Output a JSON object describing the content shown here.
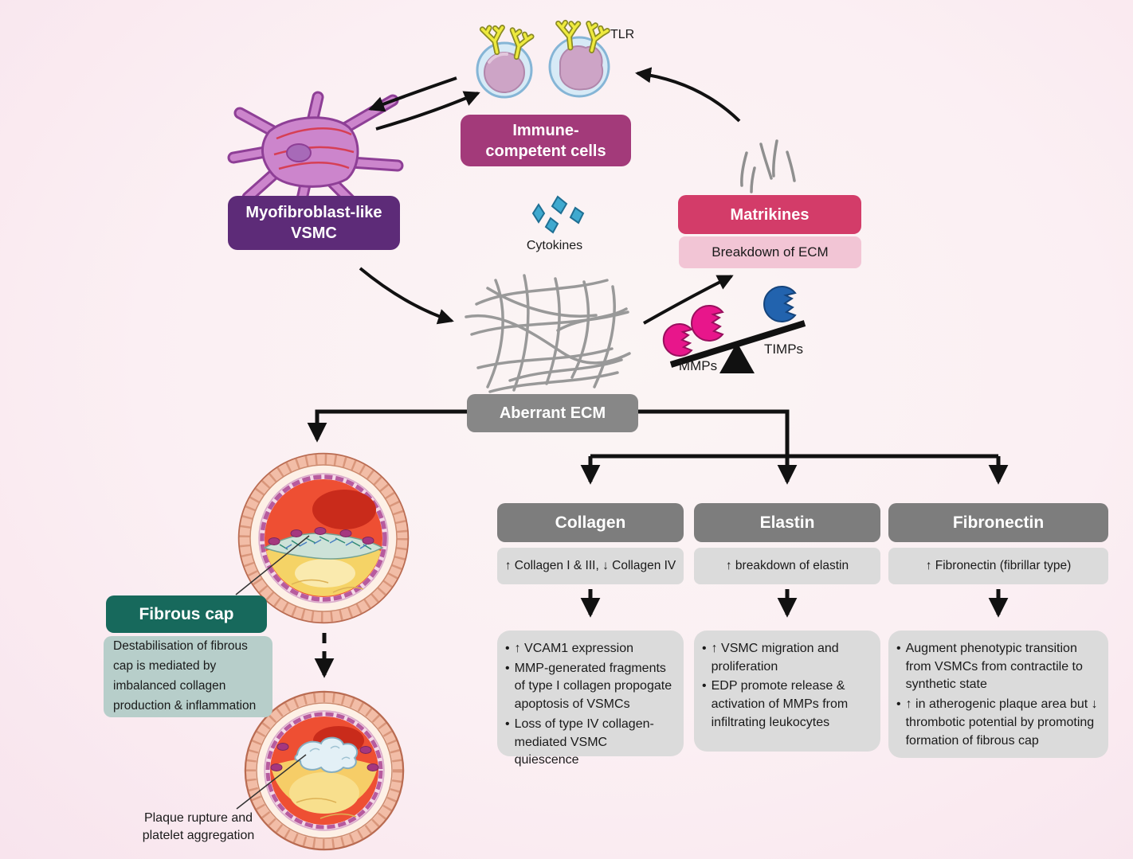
{
  "top": {
    "tlr_label": "TLR",
    "immune_box_line1": "Immune-",
    "immune_box_line2": "competent cells"
  },
  "left": {
    "vsmc_box_line1": "Myofibroblast-like",
    "vsmc_box_line2": "VSMC"
  },
  "center": {
    "cytokines_label": "Cytokines",
    "aberrant_label": "Aberrant ECM"
  },
  "right": {
    "matrikines_label": "Matrikines",
    "breakdown_label": "Breakdown of ECM",
    "mmps_label": "MMPs",
    "timps_label": "TIMPs"
  },
  "columns": [
    {
      "header": "Collagen",
      "subtitle": "↑ Collagen I & III, ↓ Collagen IV",
      "bullets": [
        "↑ VCAM1 expression",
        "MMP-generated fragments of type I collagen propogate apoptosis of VSMCs",
        "Loss of type IV collagen-mediated VSMC quiescence"
      ]
    },
    {
      "header": "Elastin",
      "subtitle": "↑ breakdown of elastin",
      "bullets": [
        "↑ VSMC migration and proliferation",
        "EDP promote release & activation of MMPs from infiltrating leukocytes"
      ]
    },
    {
      "header": "Fibronectin",
      "subtitle": "↑ Fibronectin (fibrillar type)",
      "bullets": [
        "Augment phenotypic transition from VSMCs from contractile to synthetic state",
        "↑ in atherogenic plaque area but ↓ thrombotic potential by promoting formation of fibrous cap"
      ]
    }
  ],
  "fibrous": {
    "title": "Fibrous cap",
    "description": "Destabilisation of fibrous cap is mediated by imbalanced collagen production & inflammation",
    "plaque_label_line1": "Plaque rupture and",
    "plaque_label_line2": "platelet aggregation"
  },
  "colors": {
    "immune_box": "#a33a7a",
    "vsmc_box": "#5d2b78",
    "matrikines_box": "#d33c69",
    "breakdown_box": "#f2c5d5",
    "aberrant_box": "#878787",
    "column_header": "#7d7d7d",
    "column_panel": "#dbdbdb",
    "fibrous_box": "#17695c",
    "destabilisation_box": "#b7ceca",
    "mmp_shape": "#e8168b",
    "timp_shape": "#2263ae",
    "cytokine_shape": "#3fa9cf",
    "tlr_receptor": "#eeea3d",
    "ecm_mesh": "#999999",
    "background": "#fbeff3"
  }
}
